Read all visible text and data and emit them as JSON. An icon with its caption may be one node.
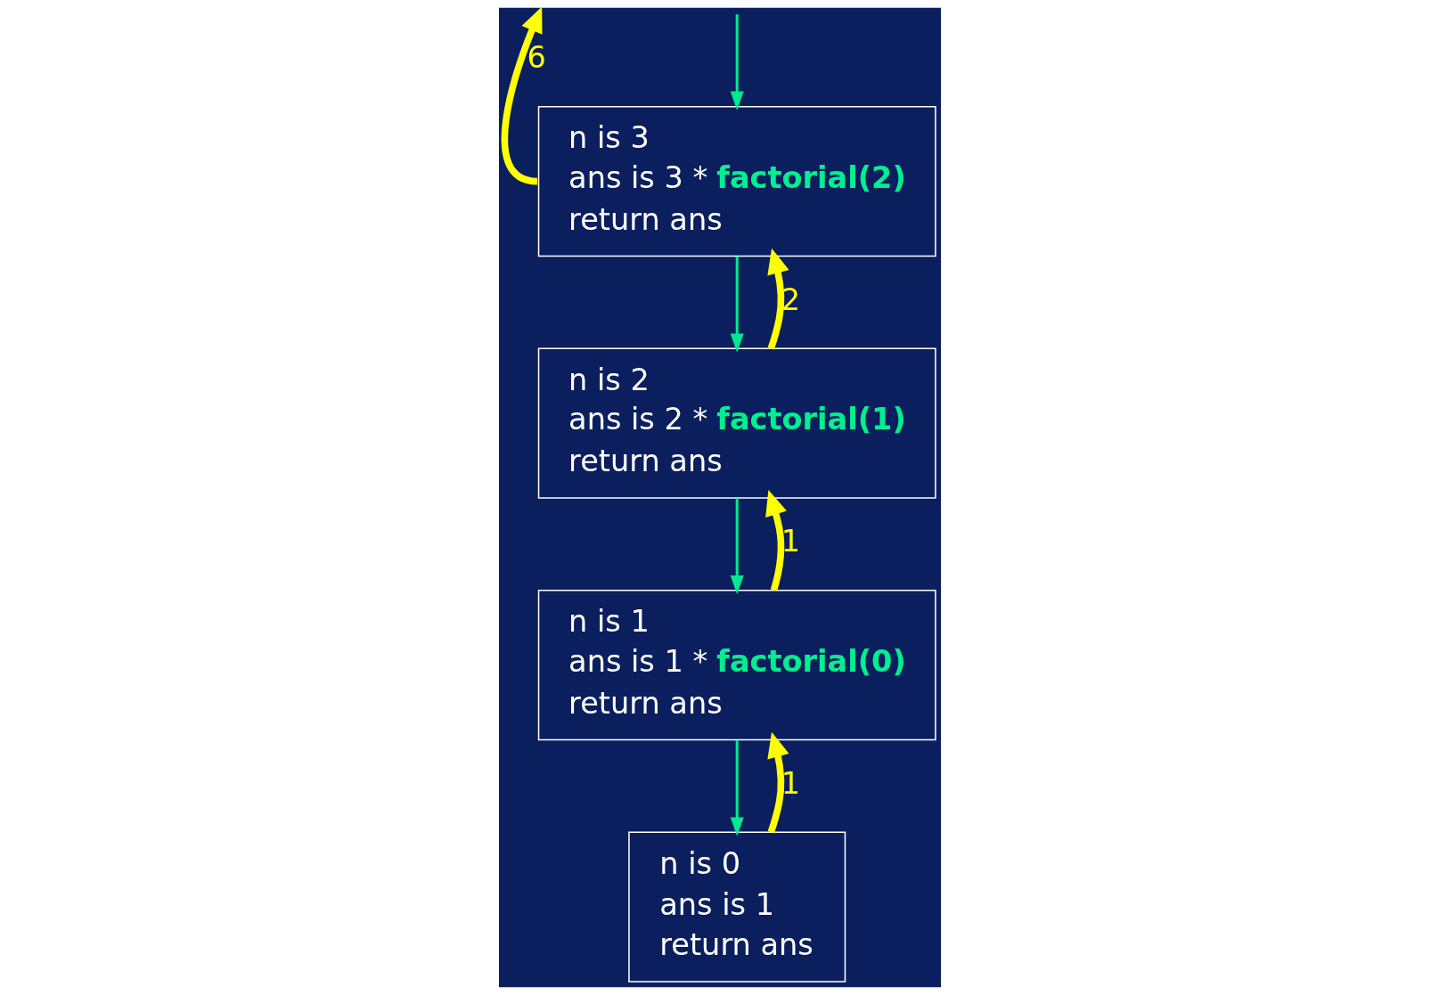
{
  "diagram": {
    "nodes": [
      {
        "text": [
          "n is 3",
          "ans is 3 * **factorial(2)**",
          "return ans"
        ]
      },
      {
        "text": [
          "n is 2",
          "ans is 2 * **factorial(1)**",
          "return ans"
        ]
      },
      {
        "text": [
          "n is 1",
          "ans is 1 * **factorial(0)**",
          "return ans"
        ]
      },
      {
        "text": [
          "n is 0",
          "ans is 1",
          "return ans"
        ]
      }
    ],
    "edges": [
      {
        "from": 0,
        "to": null,
        "arrow": "to",
        "label": "6",
        "style": "thick",
        "color": "#ffff00"
      },
      {
        "from": null,
        "to": 0,
        "arrow": "to",
        "color": "#00e890"
      },
      {
        "from": 0,
        "to": 1,
        "arrow": "to",
        "color": "#00e890"
      },
      {
        "from": 1,
        "to": 2,
        "arrow": "to",
        "color": "#00e890"
      },
      {
        "from": 2,
        "to": 3,
        "arrow": "to",
        "color": "#00e890"
      },
      {
        "from": 3,
        "to": 2,
        "arrow": "to",
        "label": "1",
        "style": "thick",
        "color": "#ffff00"
      },
      {
        "from": 2,
        "to": 1,
        "arrow": "to",
        "label": "1",
        "style": "thick",
        "color": "#ffff00"
      },
      {
        "from": 1,
        "to": 0,
        "arrow": "to",
        "label": "2",
        "style": "thick",
        "color": "#ffff00"
      }
    ]
  }
}
